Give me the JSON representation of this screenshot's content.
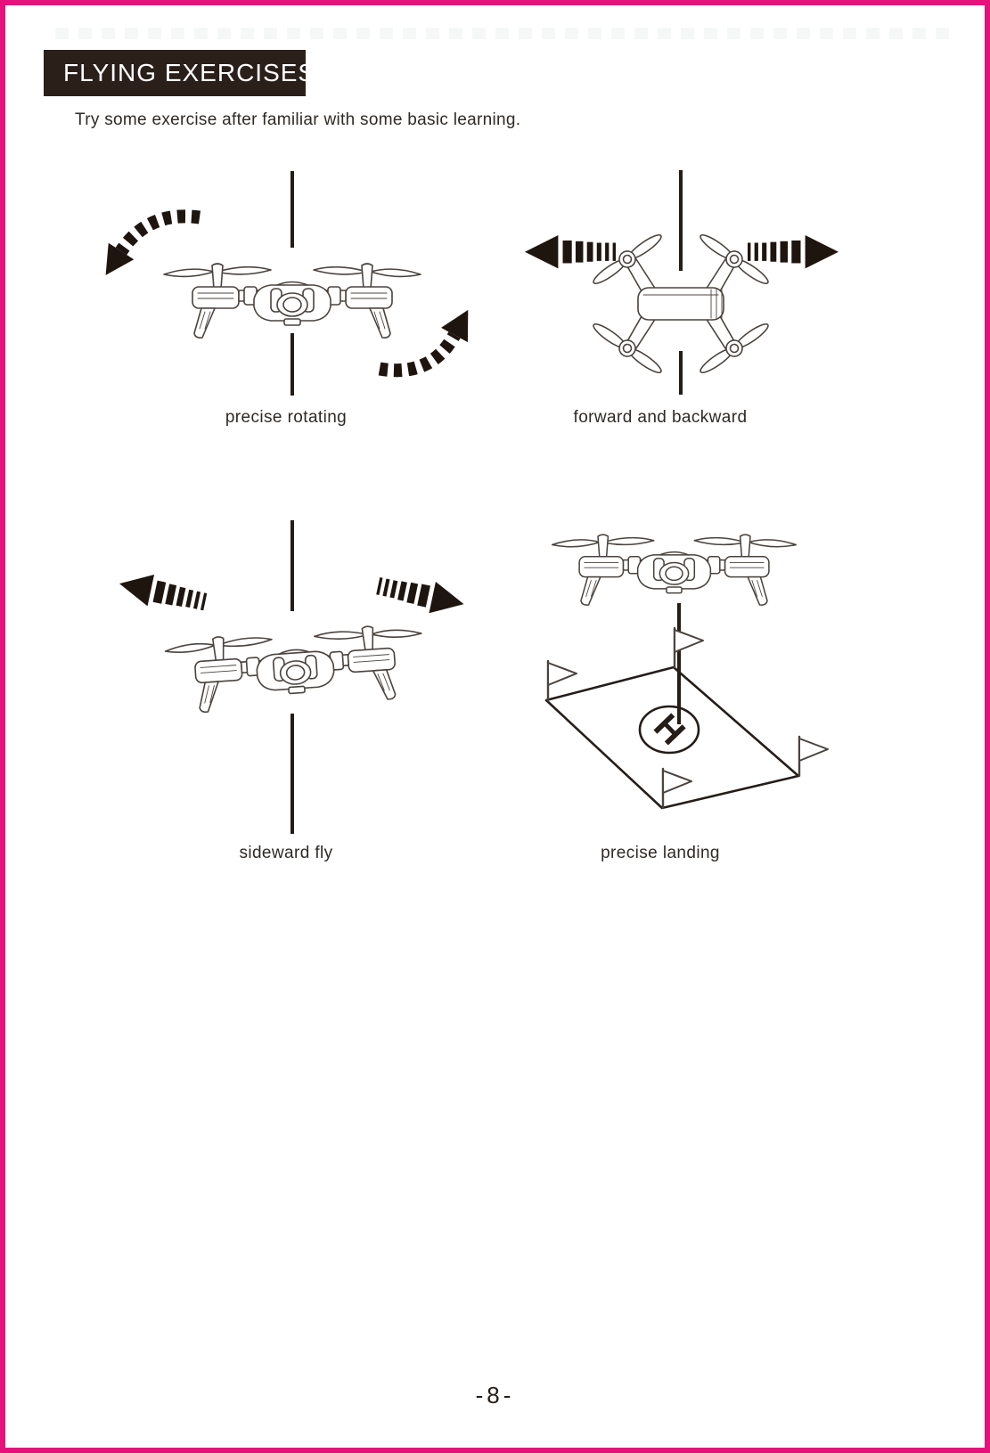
{
  "page": {
    "number": "-8-"
  },
  "header": {
    "title": "FLYING EXERCISES"
  },
  "intro": "Try some exercise after familiar with some basic learning.",
  "exercises": [
    {
      "label": "precise rotating",
      "icons": [
        "curved-dashed-arrow-ccw",
        "curved-dashed-arrow-cw",
        "drone-front",
        "vertical-guide-line"
      ]
    },
    {
      "label": "forward and backward",
      "icons": [
        "dashed-arrow-left",
        "dashed-arrow-right",
        "drone-top",
        "vertical-guide-line"
      ]
    },
    {
      "label": "sideward fly",
      "icons": [
        "dashed-arrow-left",
        "dashed-arrow-right",
        "drone-front",
        "vertical-guide-line"
      ]
    },
    {
      "label": "precise landing",
      "pad_letter": "H",
      "icons": [
        "drone-front",
        "descent-guide-line",
        "landing-pad",
        "corner-flag",
        "helipad-circle"
      ]
    }
  ],
  "icons": {
    "drone-front-icon": "line-art quadcopter seen from the front",
    "drone-top-icon": "line-art quadcopter seen from above",
    "dashed-arrow-left-icon": "black segmented arrow pointing left",
    "dashed-arrow-right-icon": "black segmented arrow pointing right",
    "curved-dashed-arrow-icon": "black segmented curved rotation arrow",
    "landing-pad-icon": "perspective landing mat with circled H",
    "corner-flag-icon": "small corner flag with triangular pennant",
    "vertical-guide-line-icon": "vertical reference line"
  },
  "colors": {
    "background": "#ffffff",
    "border": "#e3137b",
    "header_bg": "#2b1f1a",
    "header_text": "#ffffff",
    "ink": "#241d18",
    "line": "#4a433d",
    "arrow": "#1f150f",
    "text": "#2f2a26"
  }
}
